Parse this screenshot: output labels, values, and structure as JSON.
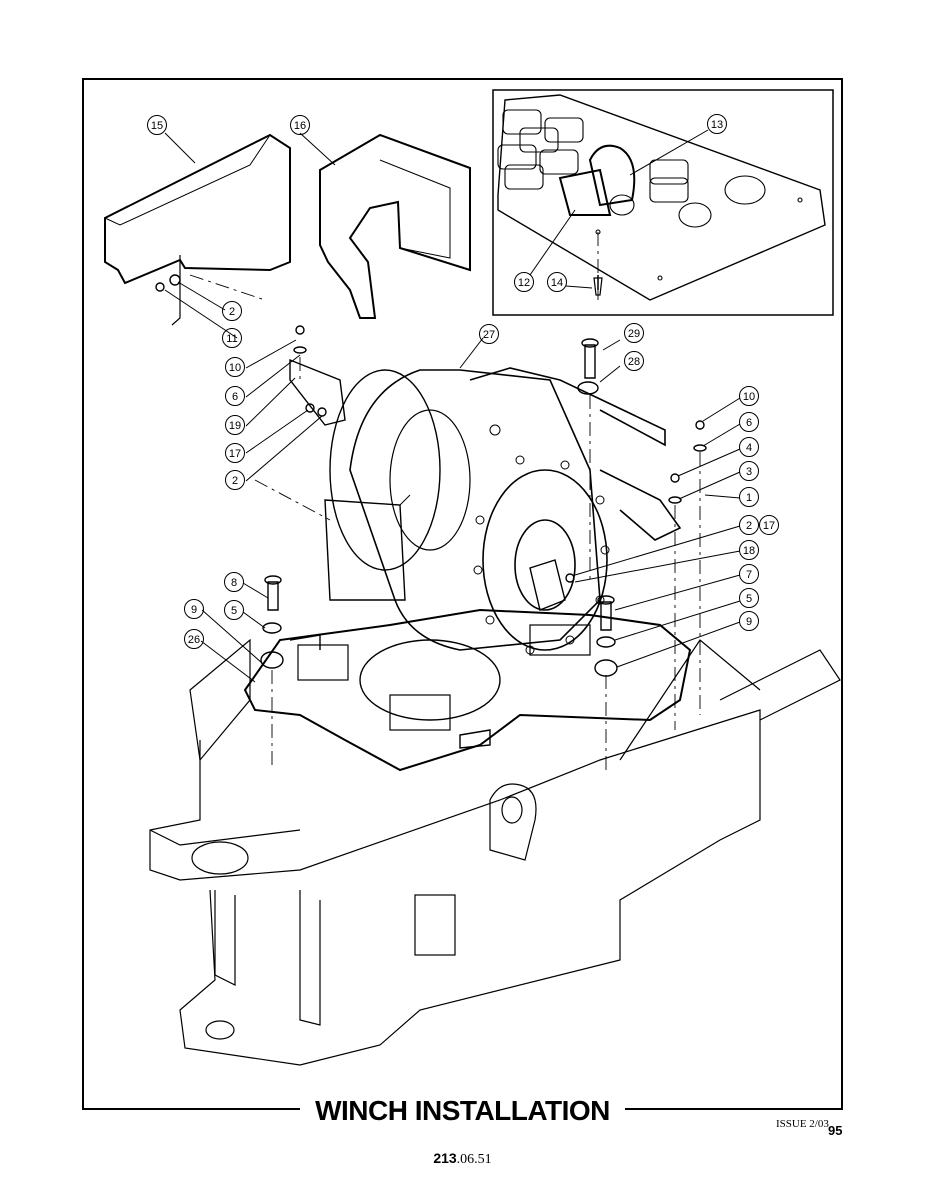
{
  "title": "WINCH INSTALLATION",
  "issue": "ISSUE 2/03",
  "page_number": "95",
  "doc_number_bold": "213",
  "doc_number_rest": ".06.51",
  "callouts": {
    "c15": "15",
    "c16": "16",
    "c13": "13",
    "c12": "12",
    "c14": "14",
    "c2a": "2",
    "c11": "11",
    "c27": "27",
    "c29": "29",
    "c28": "28",
    "c10a": "10",
    "c6a": "6",
    "c19": "19",
    "c17a": "17",
    "c2b": "2",
    "c10b": "10",
    "c6b": "6",
    "c4": "4",
    "c3": "3",
    "c1": "1",
    "c2c": "2",
    "c17b": "17",
    "c18": "18",
    "c7": "7",
    "c5a": "5",
    "c9a": "9",
    "c8": "8",
    "c9b": "9",
    "c5b": "5",
    "c26": "26"
  }
}
